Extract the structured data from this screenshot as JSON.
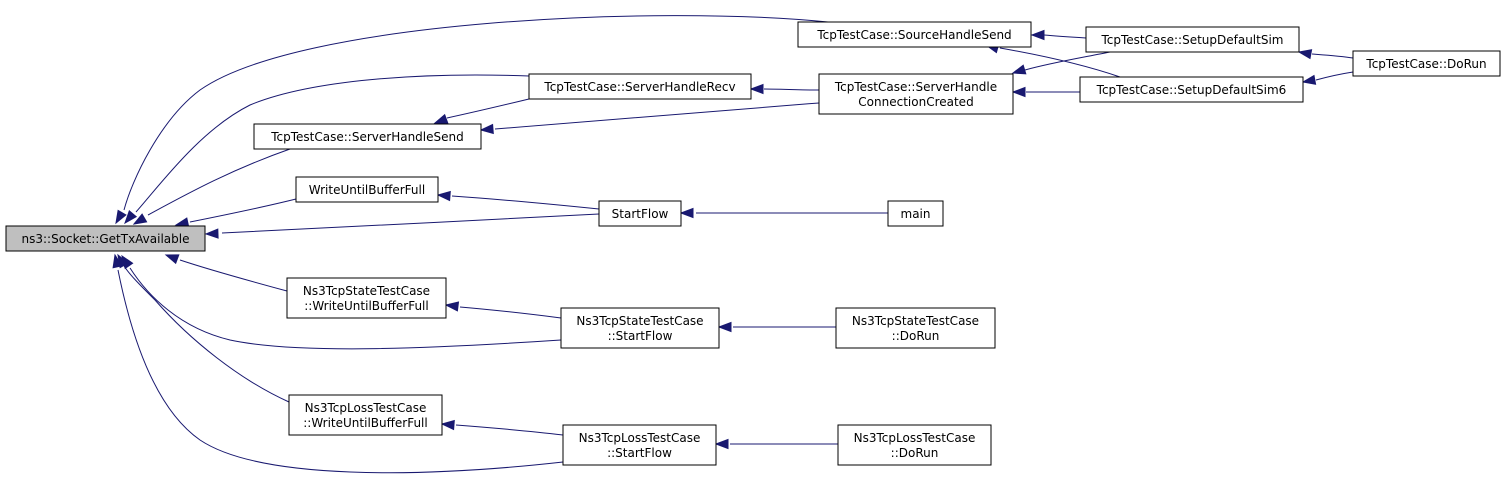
{
  "graph": {
    "nodes": [
      {
        "id": "gettx",
        "lines": [
          "ns3::Socket::GetTxAvailable"
        ],
        "root": true
      },
      {
        "id": "srcsend",
        "lines": [
          "TcpTestCase::SourceHandleSend"
        ]
      },
      {
        "id": "srvrecv",
        "lines": [
          "TcpTestCase::ServerHandleRecv"
        ]
      },
      {
        "id": "srvsend",
        "lines": [
          "TcpTestCase::ServerHandleSend"
        ]
      },
      {
        "id": "srvconn",
        "lines": [
          "TcpTestCase::ServerHandle",
          "ConnectionCreated"
        ]
      },
      {
        "id": "setup",
        "lines": [
          "TcpTestCase::SetupDefaultSim"
        ]
      },
      {
        "id": "setup6",
        "lines": [
          "TcpTestCase::SetupDefaultSim6"
        ]
      },
      {
        "id": "dorun",
        "lines": [
          "TcpTestCase::DoRun"
        ]
      },
      {
        "id": "wubf",
        "lines": [
          "WriteUntilBufferFull"
        ]
      },
      {
        "id": "startflow",
        "lines": [
          "StartFlow"
        ]
      },
      {
        "id": "main",
        "lines": [
          "main"
        ]
      },
      {
        "id": "statewubf",
        "lines": [
          "Ns3TcpStateTestCase",
          "::WriteUntilBufferFull"
        ]
      },
      {
        "id": "statestart",
        "lines": [
          "Ns3TcpStateTestCase",
          "::StartFlow"
        ]
      },
      {
        "id": "statedorun",
        "lines": [
          "Ns3TcpStateTestCase",
          "::DoRun"
        ]
      },
      {
        "id": "losswubf",
        "lines": [
          "Ns3TcpLossTestCase",
          "::WriteUntilBufferFull"
        ]
      },
      {
        "id": "lossstart",
        "lines": [
          "Ns3TcpLossTestCase",
          "::StartFlow"
        ]
      },
      {
        "id": "lossdorun",
        "lines": [
          "Ns3TcpLossTestCase",
          "::DoRun"
        ]
      }
    ],
    "edges": [
      {
        "from": "srcsend",
        "to": "gettx"
      },
      {
        "from": "srvrecv",
        "to": "gettx"
      },
      {
        "from": "srvsend",
        "to": "gettx"
      },
      {
        "from": "wubf",
        "to": "gettx"
      },
      {
        "from": "startflow",
        "to": "gettx"
      },
      {
        "from": "statewubf",
        "to": "gettx"
      },
      {
        "from": "statestart",
        "to": "gettx"
      },
      {
        "from": "losswubf",
        "to": "gettx"
      },
      {
        "from": "lossstart",
        "to": "gettx"
      },
      {
        "from": "setup",
        "to": "srcsend"
      },
      {
        "from": "setup6",
        "to": "srcsend"
      },
      {
        "from": "srvconn",
        "to": "srvrecv"
      },
      {
        "from": "srvrecv",
        "to": "srvsend"
      },
      {
        "from": "srvconn",
        "to": "srvsend"
      },
      {
        "from": "setup",
        "to": "srvconn"
      },
      {
        "from": "setup6",
        "to": "srvconn"
      },
      {
        "from": "dorun",
        "to": "setup"
      },
      {
        "from": "dorun",
        "to": "setup6"
      },
      {
        "from": "startflow",
        "to": "wubf"
      },
      {
        "from": "main",
        "to": "startflow"
      },
      {
        "from": "statestart",
        "to": "statewubf"
      },
      {
        "from": "statedorun",
        "to": "statestart"
      },
      {
        "from": "lossstart",
        "to": "losswubf"
      },
      {
        "from": "lossdorun",
        "to": "lossstart"
      }
    ]
  }
}
